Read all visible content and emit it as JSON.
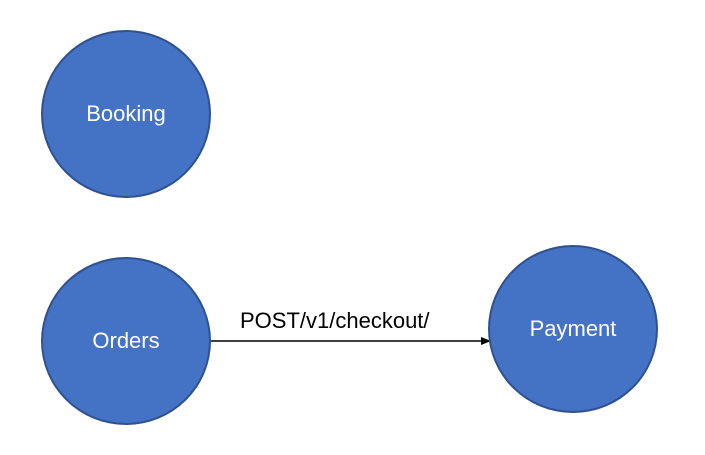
{
  "colors": {
    "node_fill": "#4472c4",
    "node_border": "#2f528f",
    "node_text": "#ffffff",
    "edge": "#000000",
    "background": "#ffffff"
  },
  "nodes": {
    "booking": {
      "label": "Booking"
    },
    "orders": {
      "label": "Orders"
    },
    "payment": {
      "label": "Payment"
    }
  },
  "edges": [
    {
      "from": "Orders",
      "to": "Payment",
      "label": "POST/v1/checkout/"
    }
  ]
}
